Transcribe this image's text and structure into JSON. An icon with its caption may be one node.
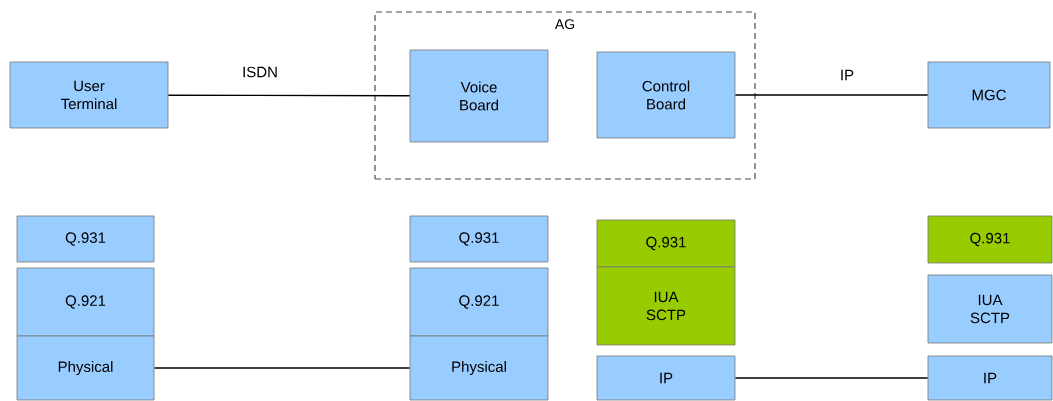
{
  "diagram": {
    "nodes": [
      {
        "text": [
          "AG"
        ]
      },
      {
        "text": [
          "User Terminal"
        ]
      },
      {
        "text": [
          "Voice Board"
        ],
        "in": 0
      },
      {
        "text": [
          "Control Board"
        ],
        "in": 0
      },
      {
        "text": [
          "MGC"
        ]
      },
      {
        "text": [
          "Q.931"
        ]
      },
      {
        "text": [
          "Q.921"
        ]
      },
      {
        "text": [
          "Physical"
        ]
      },
      {
        "text": [
          "Q.931"
        ]
      },
      {
        "text": [
          "Q.921"
        ]
      },
      {
        "text": [
          "Physical"
        ]
      },
      {
        "text": [
          "Q.931"
        ]
      },
      {
        "text": [
          "IUA SCTP"
        ]
      },
      {
        "text": [
          "IP"
        ]
      },
      {
        "text": [
          "Q.931"
        ]
      },
      {
        "text": [
          "IUA SCTP"
        ]
      },
      {
        "text": [
          "IP"
        ]
      }
    ],
    "edges": [
      {
        "from": 1,
        "to": 2,
        "arrow": "none",
        "label": "ISDN"
      },
      {
        "from": 3,
        "to": 4,
        "arrow": "none",
        "label": "IP"
      },
      {
        "from": 7,
        "to": 10,
        "arrow": "none"
      },
      {
        "from": 13,
        "to": 16,
        "arrow": "none"
      }
    ]
  }
}
